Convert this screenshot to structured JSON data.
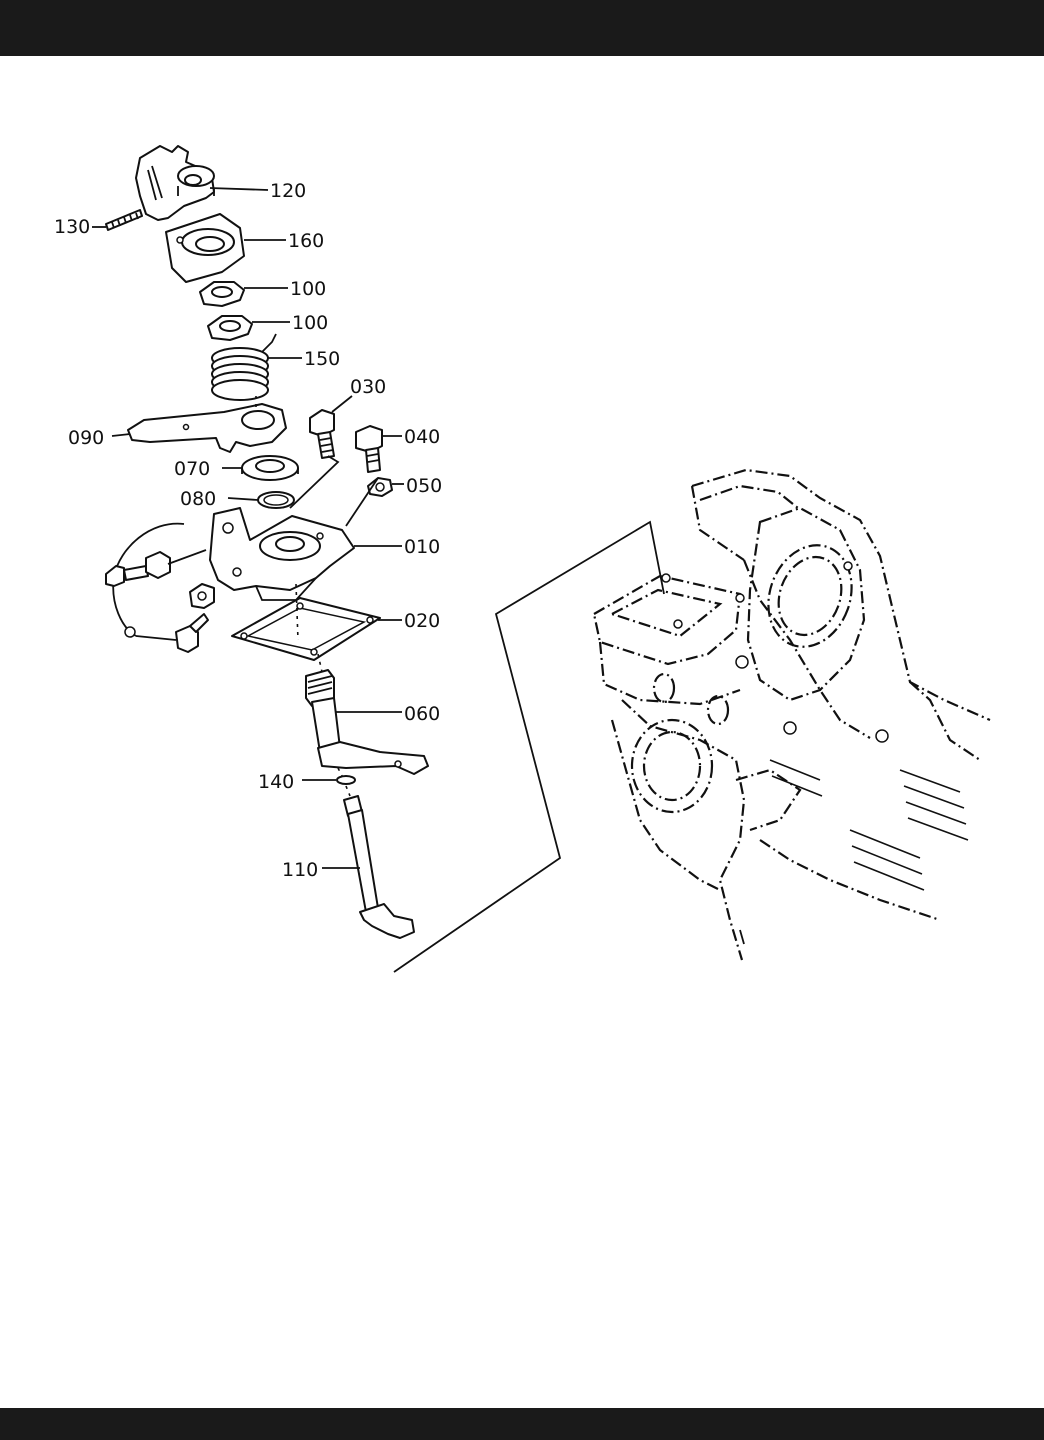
{
  "parts": [
    {
      "id": "p120",
      "number": "120"
    },
    {
      "id": "p130",
      "number": "130"
    },
    {
      "id": "p160",
      "number": "160"
    },
    {
      "id": "p100a",
      "number": "100"
    },
    {
      "id": "p100b",
      "number": "100"
    },
    {
      "id": "p150",
      "number": "150"
    },
    {
      "id": "p030",
      "number": "030"
    },
    {
      "id": "p090",
      "number": "090"
    },
    {
      "id": "p040",
      "number": "040"
    },
    {
      "id": "p070",
      "number": "070"
    },
    {
      "id": "p050",
      "number": "050"
    },
    {
      "id": "p080",
      "number": "080"
    },
    {
      "id": "p010",
      "number": "010"
    },
    {
      "id": "p020",
      "number": "020"
    },
    {
      "id": "p060",
      "number": "060"
    },
    {
      "id": "p140",
      "number": "140"
    },
    {
      "id": "p110",
      "number": "110"
    }
  ]
}
